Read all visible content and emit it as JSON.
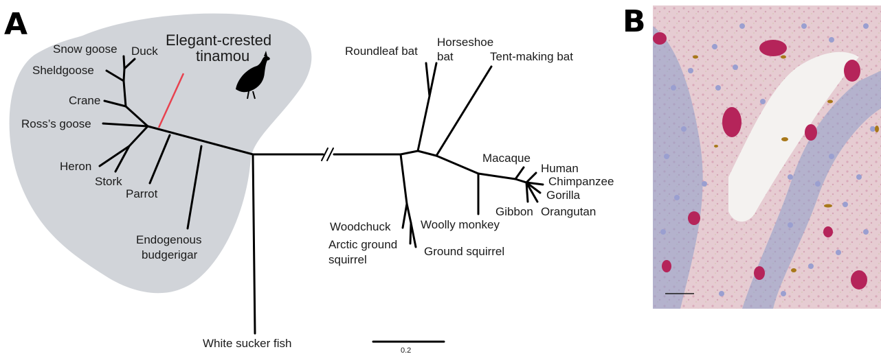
{
  "panel_a": {
    "letter": "A",
    "highlight_label_line1": "Elegant-crested",
    "highlight_label_line2": "tinamou",
    "highlight_color": "#d1d4d9",
    "highlight_branch_color": "#e8424f",
    "icon": "tinamou-bird-icon",
    "bird_labels": {
      "snow_goose": "Snow goose",
      "duck": "Duck",
      "sheldgoose": "Sheldgoose",
      "crane": "Crane",
      "ross_goose": "Ross’s goose",
      "heron": "Heron",
      "stork": "Stork",
      "parrot": "Parrot",
      "endogenous_budgerigar_line1": "Endogenous",
      "endogenous_budgerigar_line2": "budgerigar"
    },
    "outgroup_label": "White sucker fish",
    "mammal_labels": {
      "roundleaf_bat": "Roundleaf bat",
      "horseshoe_bat_line1": "Horseshoe",
      "horseshoe_bat_line2": "bat",
      "tent_making_bat": "Tent-making bat",
      "macaque": "Macaque",
      "human": "Human",
      "chimpanzee": "Chimpanzee",
      "gorilla": "Gorilla",
      "gibbon": "Gibbon",
      "orangutan": "Orangutan",
      "woolly_monkey": "Woolly monkey",
      "woodchuck": "Woodchuck",
      "arctic_ground_squirrel_line1": "Arctic ground",
      "arctic_ground_squirrel_line2": "squirrel",
      "ground_squirrel": "Ground squirrel"
    },
    "scale_bar_label": "0.2"
  },
  "panel_b": {
    "letter": "B",
    "stain_colors": {
      "background": "#e6ccd2",
      "positive": "#b5245a",
      "counterstain": "#8a9cc9",
      "vessel": "#f4f2f0",
      "pigment": "#a8781a"
    }
  }
}
